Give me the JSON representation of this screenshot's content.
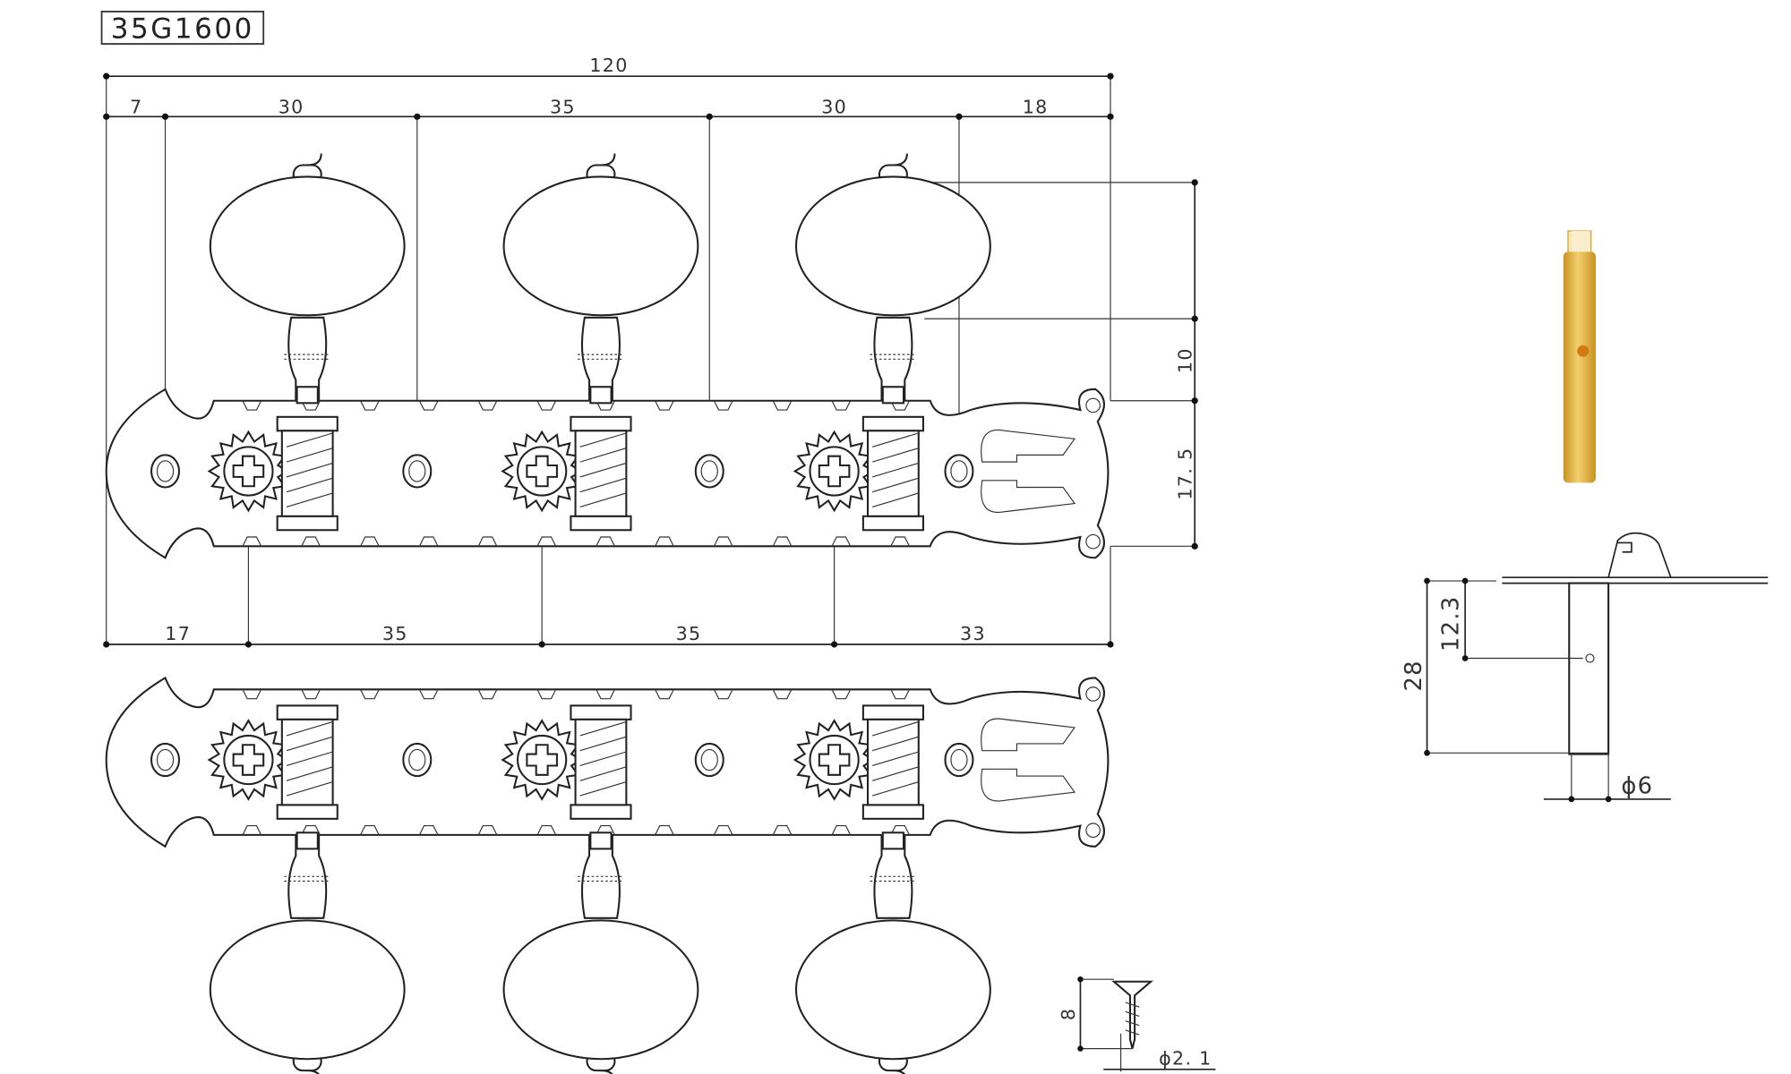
{
  "title": "35G1600",
  "top_dims": {
    "overall": "120",
    "holes": [
      "7",
      "30",
      "35",
      "30",
      "18"
    ]
  },
  "bottom_dims": [
    "17",
    "35",
    "35",
    "33"
  ],
  "side_dims": {
    "knob": "10",
    "plate": "17. 5"
  },
  "post_dims": {
    "length": "28",
    "hole": "12.3",
    "diameter": "ϕ6"
  },
  "screw_dims": {
    "length": "8",
    "diameter": "ϕ2. 1"
  },
  "colors": {
    "pin": "#e0b040",
    "pin_dark": "#c8921e",
    "pin_hole": "#d07a10"
  }
}
